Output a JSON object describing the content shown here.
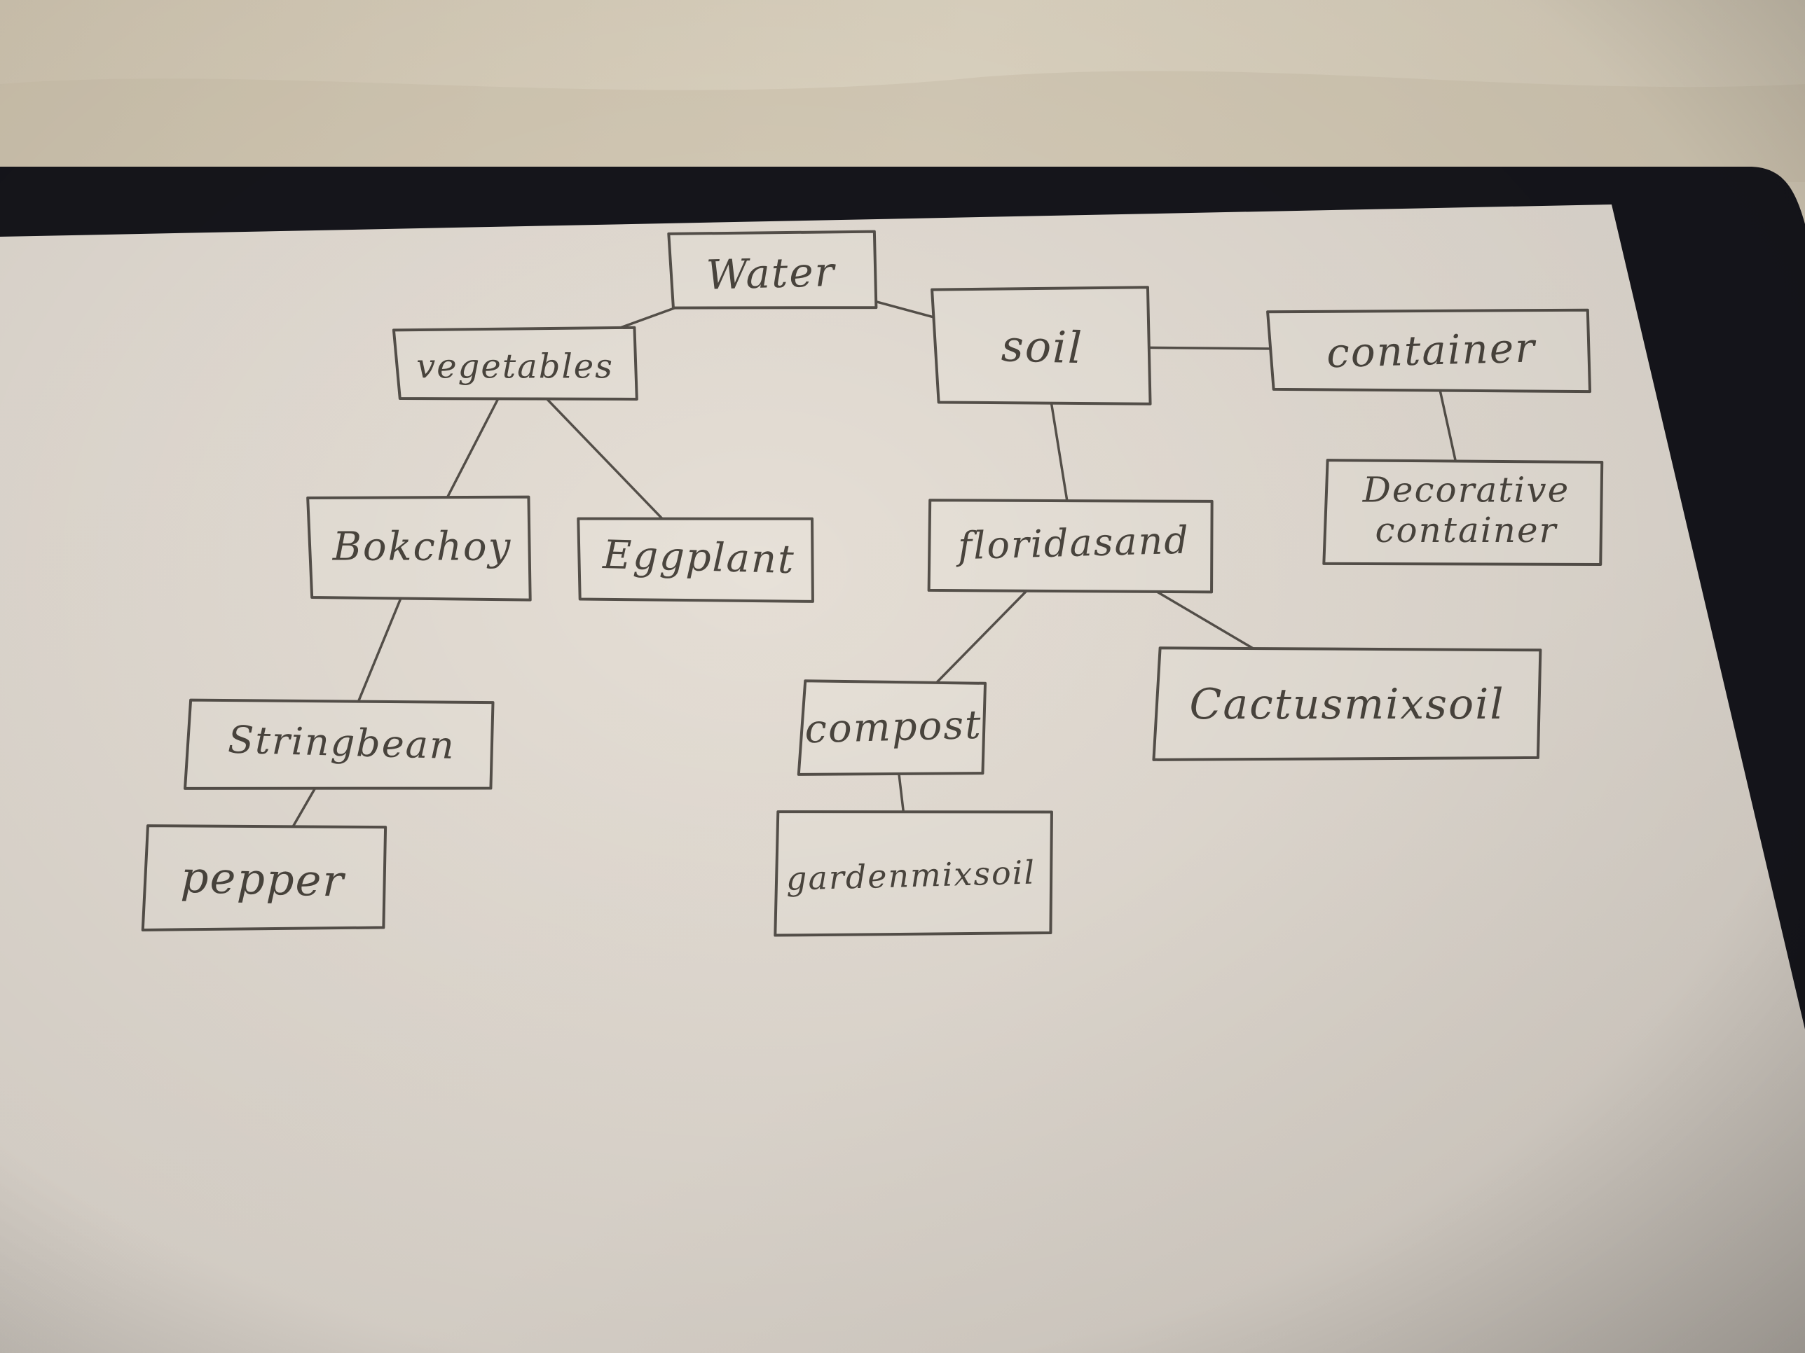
{
  "diagram": {
    "nodes": [
      {
        "id": "water",
        "label": "Water"
      },
      {
        "id": "vegetables",
        "label": "vegetables"
      },
      {
        "id": "soil",
        "label": "soil"
      },
      {
        "id": "container",
        "label": "container"
      },
      {
        "id": "bokchoy",
        "label": "Bokchoy"
      },
      {
        "id": "eggplant",
        "label": "Eggplant"
      },
      {
        "id": "floridasand",
        "label": "floridasand"
      },
      {
        "id": "decorative",
        "label": "Decorative container"
      },
      {
        "id": "stringbean",
        "label": "Stringbean"
      },
      {
        "id": "compost",
        "label": "compost"
      },
      {
        "id": "cactus",
        "label": "Cactusmixsoil"
      },
      {
        "id": "pepper",
        "label": "pepper"
      },
      {
        "id": "garden",
        "label": "gardenmixsoil"
      }
    ],
    "edges": [
      [
        "water",
        "vegetables"
      ],
      [
        "water",
        "soil"
      ],
      [
        "soil",
        "container"
      ],
      [
        "vegetables",
        "bokchoy"
      ],
      [
        "vegetables",
        "eggplant"
      ],
      [
        "soil",
        "floridasand"
      ],
      [
        "container",
        "decorative"
      ],
      [
        "bokchoy",
        "stringbean"
      ],
      [
        "stringbean",
        "pepper"
      ],
      [
        "floridasand",
        "compost"
      ],
      [
        "floridasand",
        "cactus"
      ],
      [
        "compost",
        "garden"
      ]
    ]
  },
  "colors": {
    "paper": "#e7e1d8",
    "ink": "#55504a",
    "background_fabric": "#ddd3bf",
    "tablet_frame": "#15151b"
  }
}
